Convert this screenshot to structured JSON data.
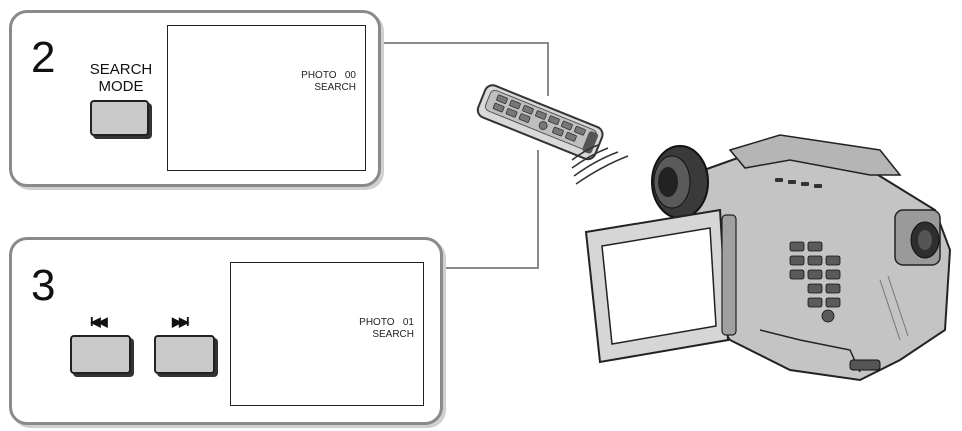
{
  "step2": {
    "number": "2",
    "button_label_line1": "SEARCH",
    "button_label_line2": "MODE",
    "osd_line1": "PHOTO   00",
    "osd_line2": "SEARCH"
  },
  "step3": {
    "number": "3",
    "prev_symbol": "I◀◀",
    "next_symbol": "▶▶I",
    "osd_line1": "PHOTO   01",
    "osd_line2": "SEARCH"
  },
  "icons": {
    "remote": "remote-control-icon",
    "camcorder": "camcorder-icon",
    "signal": "ir-signal-icon"
  },
  "colors": {
    "panel_border": "#8a8a8a",
    "button_fill": "#c9c9c9",
    "camera_body": "#bdbdbd",
    "camera_dark": "#3a3a3a"
  }
}
